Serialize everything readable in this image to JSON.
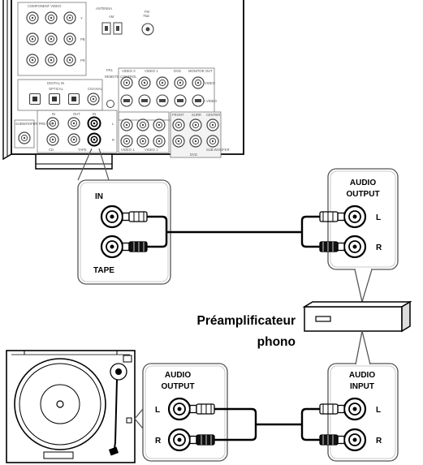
{
  "receiver": {
    "component_video": "COMPONENT VIDEO",
    "antenna": "ANTENNA",
    "am": "AM",
    "fm": "FM",
    "fm_75": "75Ω",
    "digital_in": "DIGITAL IN",
    "optical": "OPTICAL",
    "coaxial": "COAXIAL",
    "video_3": "VIDEO 3",
    "video_1": "VIDEO 1",
    "video_2": "VIDEO 2",
    "dvd": "DVD",
    "monitor_out": "MONITOR OUT",
    "video": "VIDEO",
    "s_video": "S VIDEO",
    "remote_control": "REMOTE CONTROL",
    "subwoofer_pre_out": "SUBWOOFER PRE OUT",
    "cd": "CD",
    "tape": "TAPE",
    "front": "FRONT",
    "surr": "SURR",
    "center": "CENTER",
    "subwoofer": "SUB WOOFER",
    "in": "IN",
    "out": "OUT",
    "l": "L",
    "r": "R"
  },
  "tape_callout": {
    "in_label": "IN",
    "tape_label": "TAPE"
  },
  "preamp_output_callout": {
    "title_line1": "AUDIO",
    "title_line2": "OUTPUT",
    "l": "L",
    "r": "R"
  },
  "preamp": {
    "name_line1": "Préamplificateur",
    "name_line2": "phono"
  },
  "turntable_output_callout": {
    "title_line1": "AUDIO",
    "title_line2": "OUTPUT",
    "l": "L",
    "r": "R"
  },
  "preamp_input_callout": {
    "title_line1": "AUDIO",
    "title_line2": "INPUT",
    "l": "L",
    "r": "R"
  }
}
